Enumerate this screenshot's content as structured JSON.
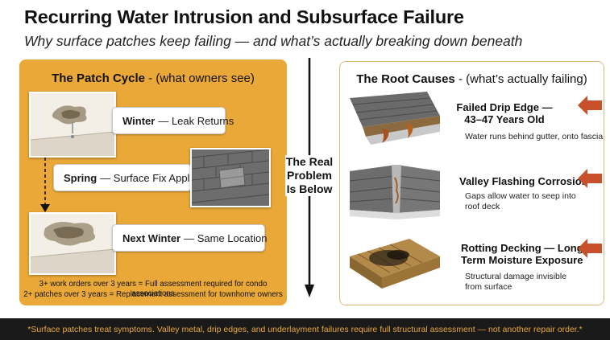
{
  "header": {
    "title": "Recurring Water Intrusion and Subsurface Failure",
    "subtitle": "Why surface patches keep failing — and what’s actually breaking down beneath"
  },
  "patch_cycle": {
    "title_bold": "The Patch Cycle",
    "title_rest": " - (what owners see)",
    "steps": [
      {
        "season": "Winter",
        "text": "— Leak Returns"
      },
      {
        "season": "Spring",
        "text": "— Surface Fix Applied"
      },
      {
        "season": "Next Winter",
        "text": "— Same Location"
      }
    ],
    "notes": [
      "3+ work orders over 3 years = Full assessment required for condo associations",
      "2+ patches over 3 years = Replacement assessment for townhome owners"
    ]
  },
  "center_label": [
    "The Real",
    "Problem",
    "Is Below"
  ],
  "root_causes": {
    "title_bold": "The Root Causes",
    "title_rest": " - (what’s actually failing)",
    "causes": [
      {
        "title_lines": [
          "Failed Drip Edge —",
          "43–47 Years Old"
        ],
        "desc_lines": [
          "Water runs behind gutter, onto fascia"
        ]
      },
      {
        "title_lines": [
          "Valley Flashing Corrosion"
        ],
        "desc_lines": [
          "Gaps allow water to seep into",
          "roof deck"
        ]
      },
      {
        "title_lines": [
          "Rotting Decking — Long-",
          "Term Moisture Exposure"
        ],
        "desc_lines": [
          "Structural damage invisible",
          "from surface"
        ]
      }
    ]
  },
  "footer": {
    "text": "*Surface patches treat symptoms.  Valley metal, drip edges, and underlayment failures require full structural assessment — not another repair order.*"
  },
  "colors": {
    "panel_orange": "#eaa838",
    "arrow_red": "#c8502a",
    "footer_bg": "#1a1a1a",
    "footer_text": "#eaa838"
  },
  "icons": [
    "ceiling-leak-icon",
    "roof-patch-icon",
    "ceiling-stain-icon",
    "dashed-down-arrow-icon",
    "down-arrow-icon",
    "drip-edge-icon",
    "valley-flashing-icon",
    "rotten-decking-icon",
    "red-arrow-icon"
  ]
}
